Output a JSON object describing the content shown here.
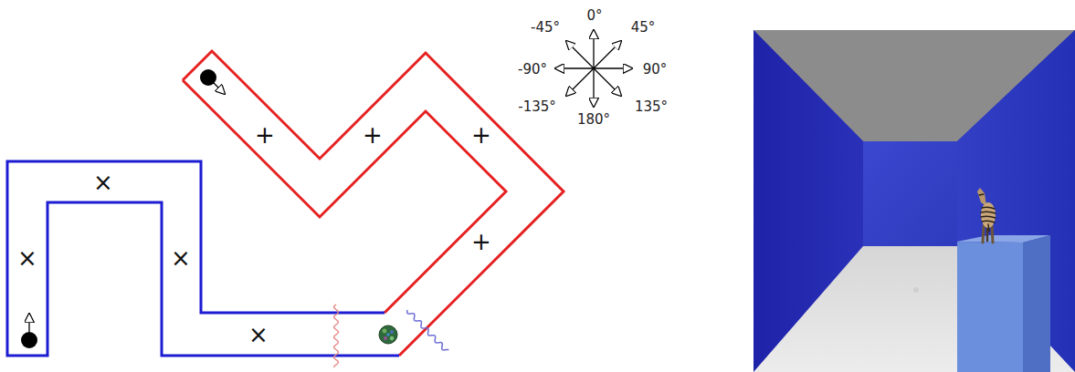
{
  "diagram": {
    "labels": [
      "0°",
      "45°",
      "90°",
      "135°",
      "180°",
      "-135°",
      "-90°",
      "-45°",
      "+",
      "+",
      "+",
      "+",
      "×",
      "×",
      "×",
      "×"
    ]
  }
}
